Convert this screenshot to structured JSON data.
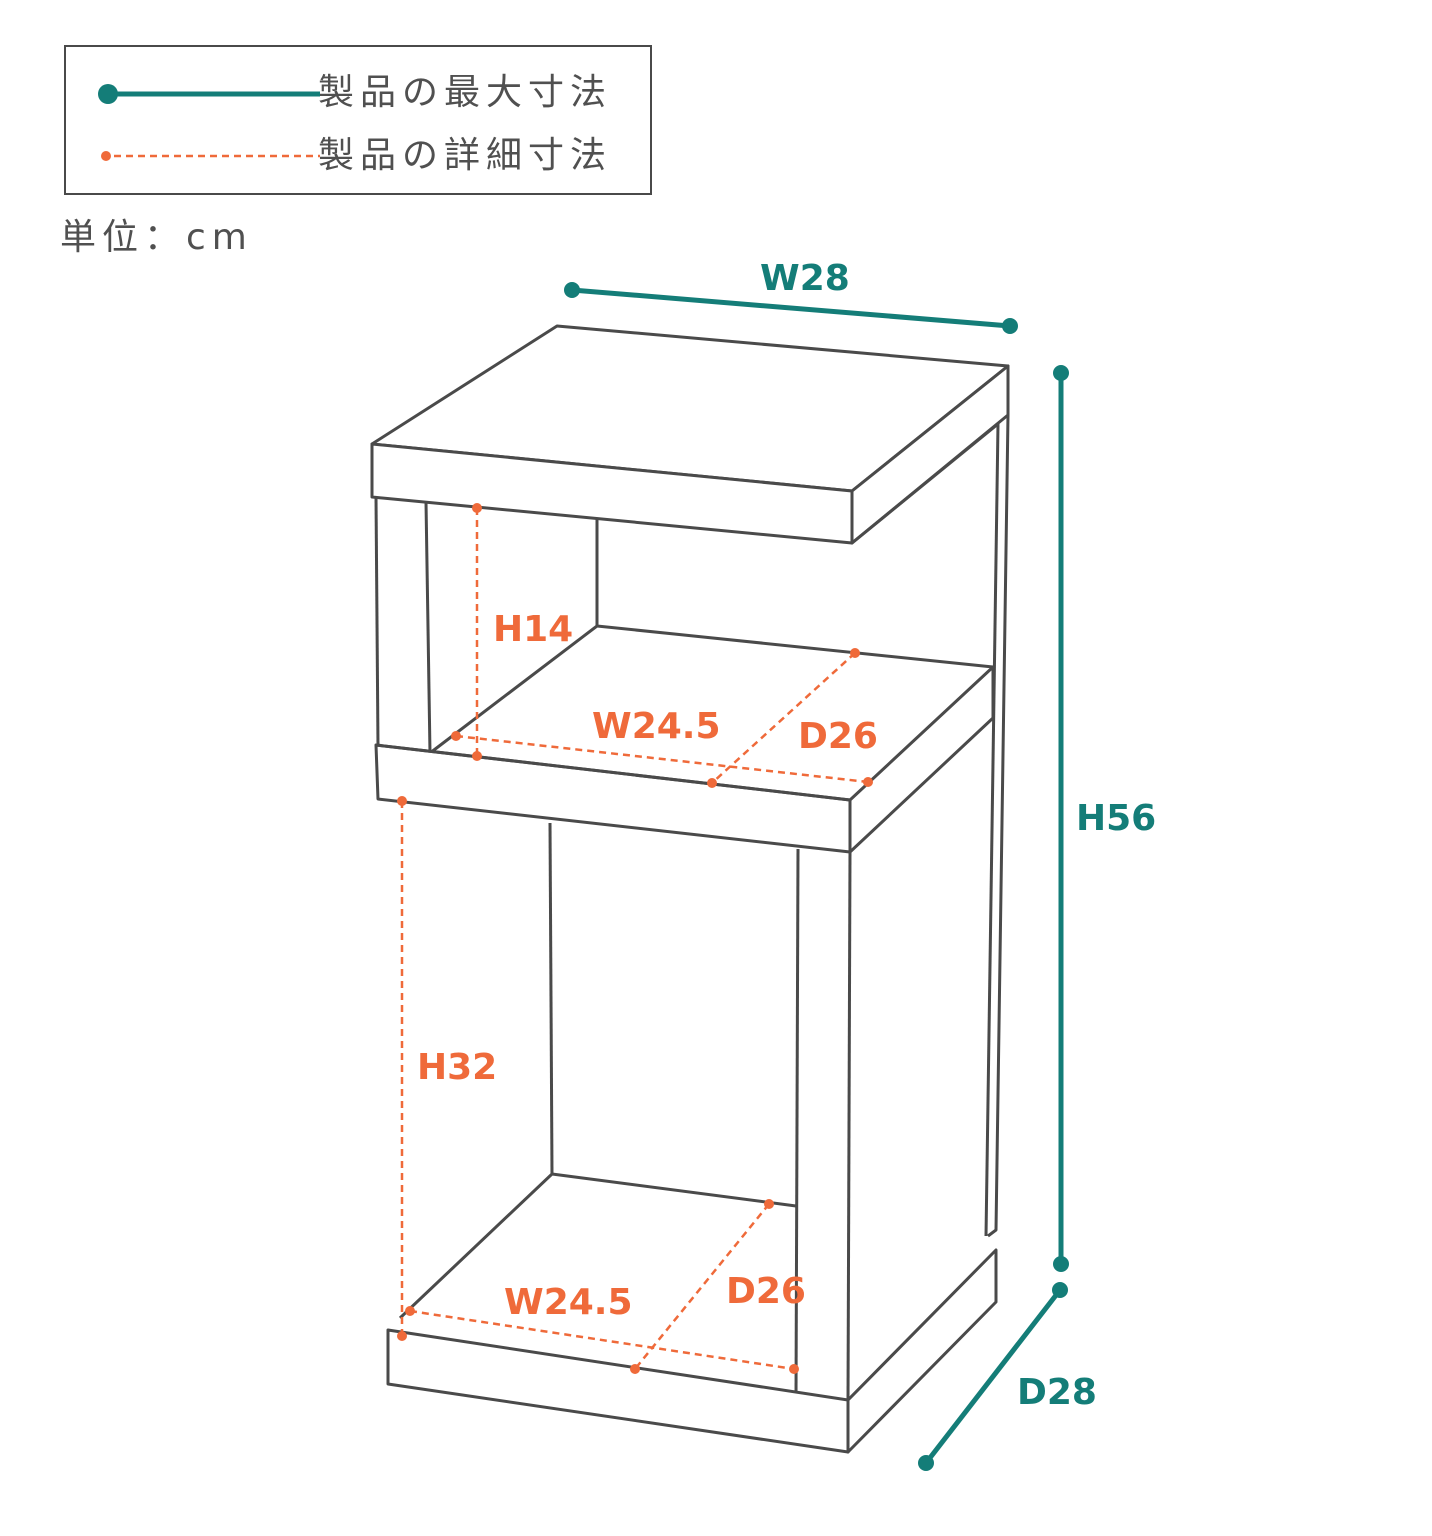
{
  "legend": {
    "max_label": "製品の最大寸法",
    "detail_label": "製品の詳細寸法"
  },
  "unit": "単位：cm",
  "colors": {
    "max_dimension": "#147d78",
    "detail_dimension": "#ef6a3a",
    "outline": "#4a4a4a",
    "text_gray": "#505050"
  },
  "dimensions": {
    "overall_width": "W28",
    "overall_height": "H56",
    "overall_depth": "D28",
    "upper_height": "H14",
    "upper_width": "W24.5",
    "upper_depth": "D26",
    "lower_height": "H32",
    "lower_width": "W24.5",
    "lower_depth": "D26"
  }
}
